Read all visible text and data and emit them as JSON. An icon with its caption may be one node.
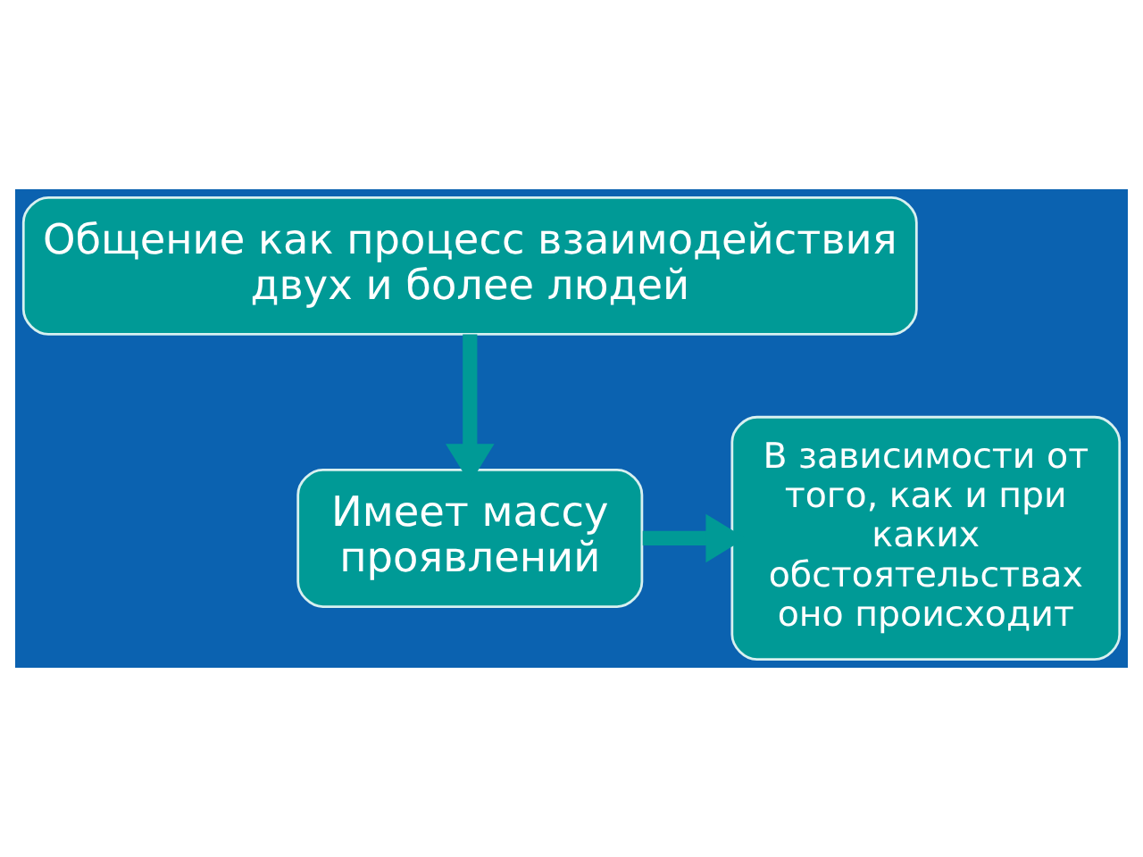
{
  "diagram": {
    "nodes": [
      {
        "text": [
          "Общение как процесс взаимодействия двух и более людей"
        ]
      },
      {
        "text": [
          "Имеет массу проявлений"
        ]
      },
      {
        "text": [
          "В зависимости от того, как и при каких обстоятельствах оно происходит"
        ]
      }
    ],
    "edges": [
      {
        "from": 0,
        "to": 1,
        "arrow": "to"
      },
      {
        "from": 1,
        "to": 2,
        "arrow": "to"
      }
    ]
  }
}
